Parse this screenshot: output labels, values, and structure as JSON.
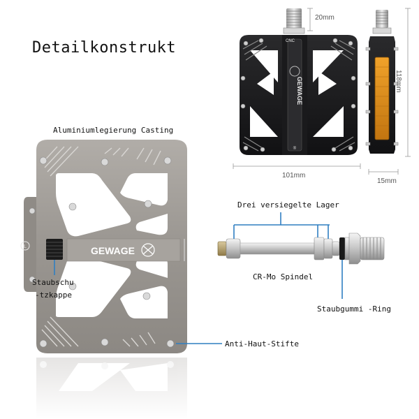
{
  "title": "Detailkonstrukt",
  "labels": {
    "material": "Aluminiumlegierung Casting",
    "bearings": "Drei versiegelte Lager",
    "spindle": "CR-Mo Spindel",
    "rubber_ring": "Staubgummi -Ring",
    "anti_skid": "Anti-Haut-Stifte",
    "dust_cap_1": "Staubschu",
    "dust_cap_2": "-tzkappe"
  },
  "dimensions": {
    "thread": "20mm",
    "height": "118mm",
    "width": "101mm",
    "depth": "15mm"
  },
  "brand": "GEWAGE",
  "side_text": "CNC",
  "colors": {
    "pedal_grey": "#9e9a95",
    "pedal_black": "#1c1c1e",
    "callout_blue": "#2f7fc1",
    "reflector": "#d98a1a"
  }
}
